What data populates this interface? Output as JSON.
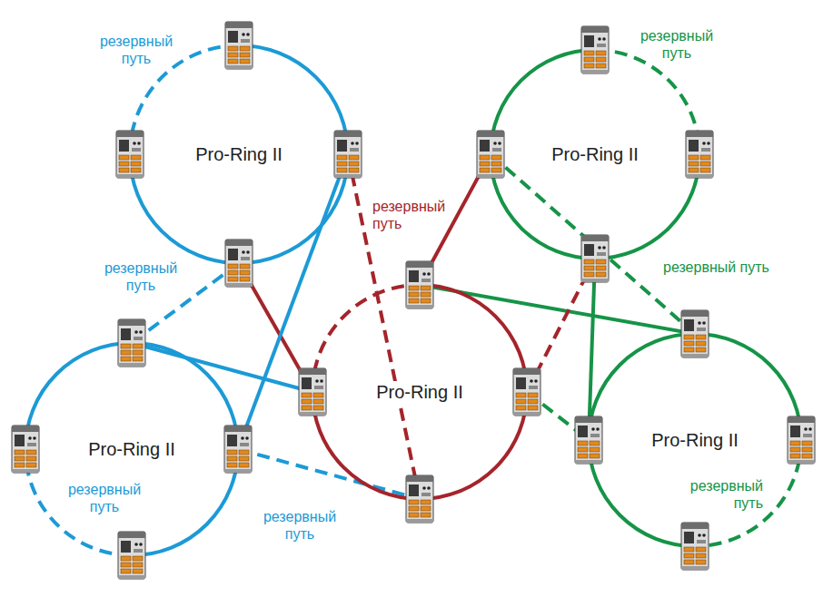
{
  "diagram": {
    "nodes": [
      {
        "text": [
          "Pro-Ring II"
        ]
      },
      {
        "text": [
          "Pro-Ring II"
        ]
      },
      {
        "text": [
          "Pro-Ring II"
        ]
      },
      {
        "text": [
          "Pro-Ring II"
        ]
      },
      {
        "text": [
          "Pro-Ring II"
        ]
      }
    ],
    "edges": [
      {
        "from": 0,
        "to": 3,
        "arrow": "none"
      },
      {
        "from": 0,
        "to": 3,
        "arrow": "none"
      },
      {
        "from": 0,
        "to": 2,
        "arrow": "none"
      },
      {
        "from": 0,
        "to": 2,
        "arrow": "none"
      },
      {
        "from": 2,
        "to": 3,
        "arrow": "none"
      },
      {
        "from": 2,
        "to": 3,
        "arrow": "none"
      },
      {
        "from": 1,
        "to": 3,
        "arrow": "none"
      },
      {
        "from": 3,
        "to": 4,
        "arrow": "none"
      },
      {
        "from": 3,
        "to": 1,
        "arrow": "none"
      },
      {
        "from": 3,
        "to": 4,
        "arrow": "none"
      },
      {
        "from": 1,
        "to": 4,
        "arrow": "none"
      },
      {
        "from": 1,
        "to": 4,
        "arrow": "none"
      }
    ],
    "labels": [
      "резервный путь",
      "резервный путь",
      "резервный путь",
      "резервный путь",
      "резервный путь",
      "резервный путь",
      "резервный путь",
      "резервный путь"
    ]
  }
}
